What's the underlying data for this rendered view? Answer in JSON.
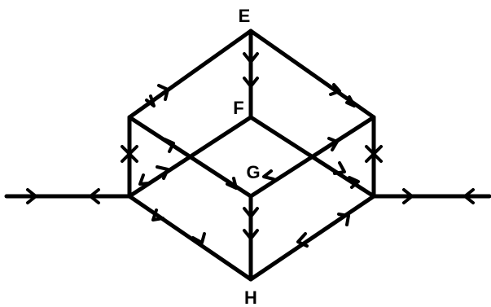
{
  "labels": {
    "E": "E",
    "F": "F",
    "G": "G",
    "H": "H"
  },
  "edges": [
    {
      "name": "edge-left-external",
      "from": "left-end",
      "to": "junction-left"
    },
    {
      "name": "edge-right-external",
      "from": "junction-right",
      "to": "right-end"
    },
    {
      "name": "edge-e-top-left",
      "from": "E",
      "to": "corner-top-left"
    },
    {
      "name": "edge-e-top-right",
      "from": "E",
      "to": "corner-top-right"
    },
    {
      "name": "edge-e-f",
      "from": "E",
      "to": "F"
    },
    {
      "name": "edge-top-left-left",
      "from": "corner-top-left",
      "to": "junction-left",
      "marker": "cross"
    },
    {
      "name": "edge-top-right-right",
      "from": "corner-top-right",
      "to": "junction-right",
      "marker": "cross"
    },
    {
      "name": "edge-top-left-g",
      "from": "corner-top-left",
      "to": "G"
    },
    {
      "name": "edge-top-right-g",
      "from": "corner-top-right",
      "to": "G"
    },
    {
      "name": "edge-f-left",
      "from": "F",
      "to": "junction-left"
    },
    {
      "name": "edge-f-right",
      "from": "F",
      "to": "junction-right"
    },
    {
      "name": "edge-g-h",
      "from": "G",
      "to": "H"
    },
    {
      "name": "edge-left-h",
      "from": "junction-left",
      "to": "H"
    },
    {
      "name": "edge-right-h",
      "from": "junction-right",
      "to": "H"
    }
  ],
  "colors": {
    "stroke": "#000000",
    "background": "#ffffff"
  }
}
